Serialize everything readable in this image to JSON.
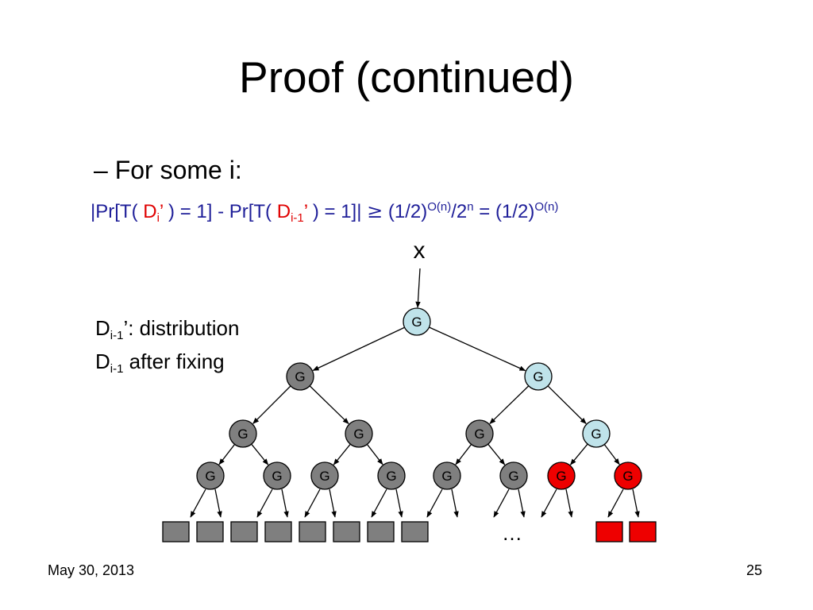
{
  "slide": {
    "title": "Proof (continued)",
    "bullet": "– For some i:",
    "formula": {
      "p1": "|Pr[T( ",
      "d": "D",
      "sub_i": "i",
      "quote1": "’",
      "p2": " ) = 1] - Pr[T( ",
      "sub_im1": "i-1",
      "quote2": "’",
      "p3": " ) = 1]| ",
      "geq": "≥",
      "p4": " (1/2)",
      "sup_on": "O(n)",
      "p5": "/2",
      "sup_n": "n",
      "p6": " = (1/2)",
      "sup_on2": "O(n)"
    },
    "label": {
      "d": "D",
      "sub": "i-1",
      "line1_suffix": "’: distribution",
      "line2_suffix": " after fixing"
    },
    "footer": {
      "date": "May 30, 2013",
      "page": "25"
    }
  },
  "diagram": {
    "input_label": "x",
    "gate_label": "G",
    "ellipsis": "…",
    "colors": {
      "light": "#bfe3ea",
      "dark": "#7f7f7f",
      "red": "#ee0000",
      "box": "#7f7f7f",
      "box_red": "#ee0000",
      "stroke": "#000000"
    },
    "levels": [
      [
        "light"
      ],
      [
        "dark",
        "light"
      ],
      [
        "dark",
        "dark",
        "dark",
        "light"
      ],
      [
        "dark",
        "dark",
        "dark",
        "dark",
        "dark",
        "dark",
        "red",
        "red"
      ]
    ],
    "boxes": [
      "dark",
      "dark",
      "dark",
      "dark",
      "dark",
      "dark",
      "dark",
      "dark",
      "red",
      "red"
    ]
  }
}
